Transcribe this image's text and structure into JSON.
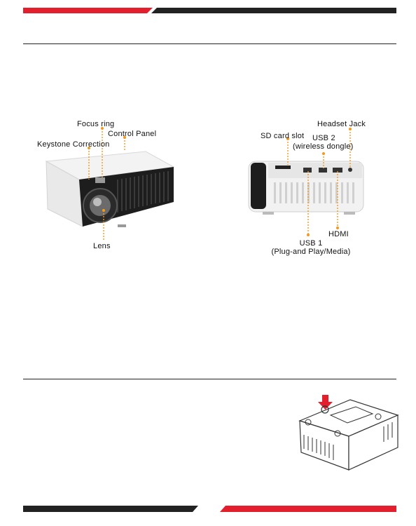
{
  "colors": {
    "accent_red": "#e31e2d",
    "dark_bar": "#222222",
    "callout_orange": "#f39a1e"
  },
  "front_view": {
    "labels": {
      "focus_ring": "Focus ring",
      "control_panel": "Control Panel",
      "keystone_correction": "Keystone Correction",
      "lens": "Lens"
    }
  },
  "rear_view": {
    "labels": {
      "headset_jack": "Headset Jack",
      "sd_card_slot": "SD card slot",
      "usb2_line1": "USB 2",
      "usb2_line2": "(wireless dongle)",
      "hdmi": "HDMI",
      "usb1_line1": "USB 1",
      "usb1_line2": "(Plug-and Play/Media)"
    }
  }
}
